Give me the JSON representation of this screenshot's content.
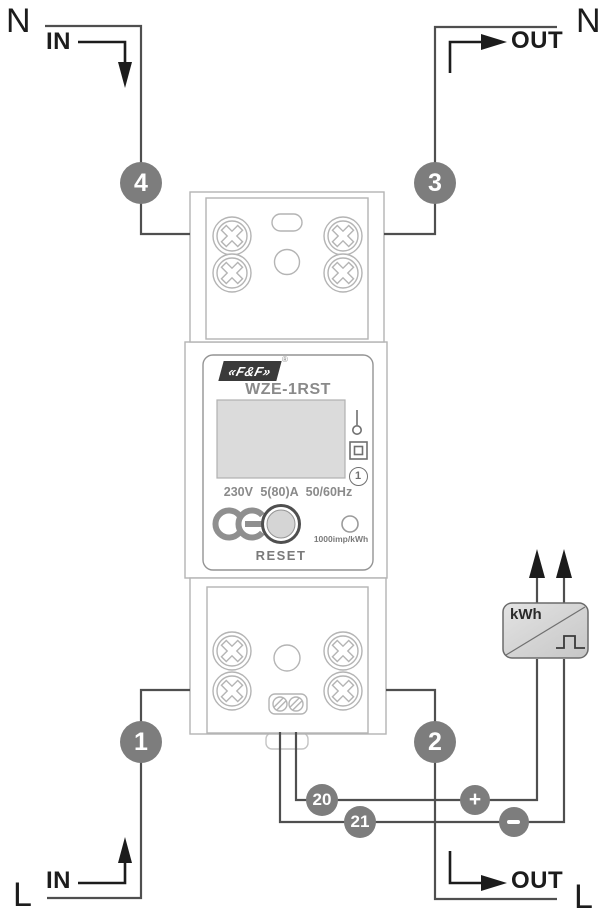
{
  "diagram_type": "wiring-diagram",
  "device": {
    "brand": "«F&F»",
    "registered_mark": "®",
    "model": "WZE-1RST",
    "ratings": "230V 5(80)A 50/60Hz",
    "reset_button_label": "RESET",
    "impulse_rate_label": "1000imp/kWh",
    "phase_symbol": "1"
  },
  "wire_labels": {
    "top_left_line": "N",
    "top_left_direction": "IN",
    "top_right_line": "N",
    "top_right_direction": "OUT",
    "bottom_left_line": "L",
    "bottom_left_direction": "IN",
    "bottom_right_line": "L",
    "bottom_right_direction": "OUT"
  },
  "terminal_numbers": {
    "n_in": "4",
    "n_out": "3",
    "l_in": "1",
    "l_out": "2",
    "impulse_plus_terminal": "20",
    "impulse_minus_terminal": "21",
    "plus": "+",
    "minus": "−"
  },
  "external_counter": {
    "label": "kWh"
  },
  "colors": {
    "wire": "#4f4f4f",
    "badge": "#7d7d7d",
    "arrow_black": "#1c1c1c",
    "device_outline": "#b4b4b4",
    "panel_text_gray": "#8a8a8a",
    "lcd_fill": "#dbdbdb"
  }
}
